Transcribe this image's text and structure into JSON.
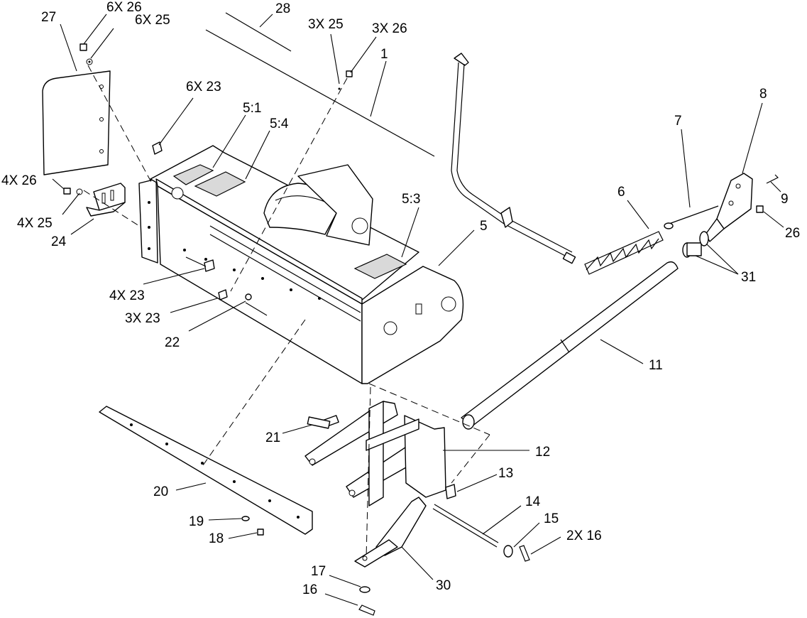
{
  "callouts": [
    {
      "id": "c27",
      "label": "27"
    },
    {
      "id": "c6x26",
      "label": "6X 26"
    },
    {
      "id": "c6x25",
      "label": "6X 25"
    },
    {
      "id": "c28",
      "label": "28"
    },
    {
      "id": "c3x25",
      "label": "3X 25"
    },
    {
      "id": "c3x26",
      "label": "3X 26"
    },
    {
      "id": "c1",
      "label": "1"
    },
    {
      "id": "c6x23",
      "label": "6X 23"
    },
    {
      "id": "c5_1",
      "label": "5:1"
    },
    {
      "id": "c5_4",
      "label": "5:4"
    },
    {
      "id": "c4x26",
      "label": "4X 26"
    },
    {
      "id": "c4x25",
      "label": "4X 25"
    },
    {
      "id": "c24",
      "label": "24"
    },
    {
      "id": "c5_3",
      "label": "5:3"
    },
    {
      "id": "c5",
      "label": "5"
    },
    {
      "id": "c6",
      "label": "6"
    },
    {
      "id": "c7",
      "label": "7"
    },
    {
      "id": "c8",
      "label": "8"
    },
    {
      "id": "c9",
      "label": "9"
    },
    {
      "id": "c26",
      "label": "26"
    },
    {
      "id": "c31",
      "label": "31"
    },
    {
      "id": "c4x23",
      "label": "4X 23"
    },
    {
      "id": "c3x23",
      "label": "3X 23"
    },
    {
      "id": "c22",
      "label": "22"
    },
    {
      "id": "c11",
      "label": "11"
    },
    {
      "id": "c21",
      "label": "21"
    },
    {
      "id": "c12",
      "label": "12"
    },
    {
      "id": "c13",
      "label": "13"
    },
    {
      "id": "c14",
      "label": "14"
    },
    {
      "id": "c15",
      "label": "15"
    },
    {
      "id": "c2x16",
      "label": "2X 16"
    },
    {
      "id": "c20",
      "label": "20"
    },
    {
      "id": "c19",
      "label": "19"
    },
    {
      "id": "c18",
      "label": "18"
    },
    {
      "id": "c17",
      "label": "17"
    },
    {
      "id": "c16",
      "label": "16"
    },
    {
      "id": "c30",
      "label": "30"
    }
  ]
}
